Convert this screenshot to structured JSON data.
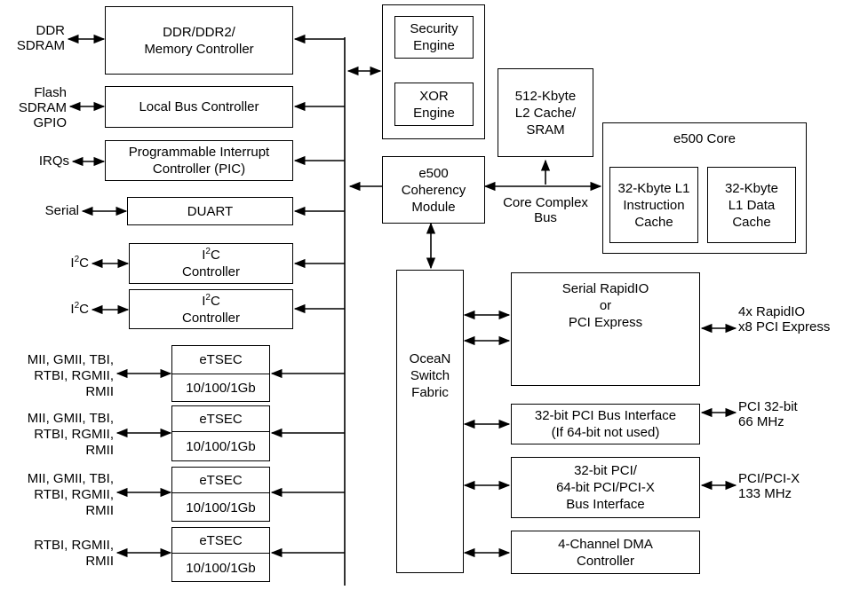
{
  "blocks": {
    "ddr_ctrl": [
      "DDR/DDR2/",
      "Memory Controller"
    ],
    "local_bus": "Local Bus Controller",
    "pic": [
      "Programmable Interrupt",
      "Controller (PIC)"
    ],
    "duart": "DUART",
    "i2c_1": [
      "C",
      "Controller"
    ],
    "i2c_2": [
      "C",
      "Controller"
    ],
    "security": [
      "Security",
      "Engine"
    ],
    "xor": [
      "XOR",
      "Engine"
    ],
    "l2_cache": [
      "512-Kbyte",
      "L2 Cache/",
      "SRAM"
    ],
    "coherency": [
      "e500",
      "Coherency",
      "Module"
    ],
    "e500_core": "e500 Core",
    "l1_icache": [
      "32-Kbyte L1",
      "Instruction",
      "Cache"
    ],
    "l1_dcache": [
      "32-Kbyte",
      "L1 Data",
      "Cache"
    ],
    "oceanN": [
      "OceaN",
      "Switch",
      "Fabric"
    ],
    "srio_pcie": [
      "Serial RapidIO",
      "or",
      "PCI Express"
    ],
    "pci32": [
      "32-bit PCI Bus Interface",
      "(If 64-bit not used)"
    ],
    "pci64": [
      "32-bit PCI/",
      "64-bit PCI/PCI-X",
      "Bus Interface"
    ],
    "dma": [
      "4-Channel DMA",
      "Controller"
    ],
    "etsec": [
      {
        "name": "eTSEC",
        "speed": "10/100/1Gb"
      },
      {
        "name": "eTSEC",
        "speed": "10/100/1Gb"
      },
      {
        "name": "eTSEC",
        "speed": "10/100/1Gb"
      },
      {
        "name": "eTSEC",
        "speed": "10/100/1Gb"
      }
    ]
  },
  "external": {
    "ddr": [
      "DDR",
      "SDRAM"
    ],
    "flash": [
      "Flash",
      "SDRAM",
      "GPIO"
    ],
    "irqs": "IRQs",
    "serial": "Serial",
    "i2c_1": "C",
    "i2c_2": "C",
    "i2c_prefix": "I",
    "i2c_sup": "2",
    "etsec_1": [
      "MII, GMII, TBI,",
      "RTBI, RGMII,",
      "RMII"
    ],
    "etsec_2": [
      "MII, GMII, TBI,",
      "RTBI, RGMII,",
      "RMII"
    ],
    "etsec_3": [
      "MII, GMII, TBI,",
      "RTBI, RGMII,",
      "RMII"
    ],
    "etsec_4": [
      "RTBI, RGMII,",
      "RMII"
    ],
    "rapidio": [
      "4x RapidIO",
      "x8 PCI Express"
    ],
    "pci32": [
      "PCI 32-bit",
      "66 MHz"
    ],
    "pcix": [
      "PCI/PCI-X",
      "133 MHz"
    ]
  },
  "bus_label": [
    "Core Complex",
    "Bus"
  ]
}
